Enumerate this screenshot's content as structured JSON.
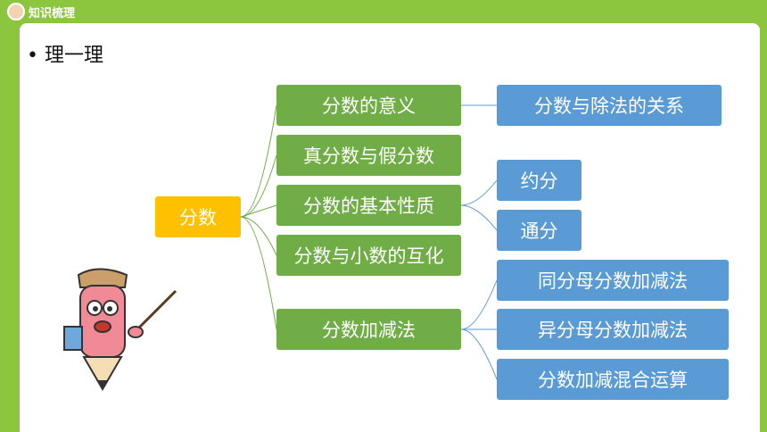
{
  "header": {
    "badge_label": "知识梳理"
  },
  "heading": "理一理",
  "mind_map": {
    "root": "分数",
    "branches": [
      {
        "label": "分数的意义",
        "children": [
          "分数与除法的关系"
        ]
      },
      {
        "label": "真分数与假分数",
        "children": []
      },
      {
        "label": "分数的基本性质",
        "children": [
          "约分",
          "通分"
        ]
      },
      {
        "label": "分数与小数的互化",
        "children": []
      },
      {
        "label": "分数加减法",
        "children": [
          "同分母分数加减法",
          "异分母分数加减法",
          "分数加减混合运算"
        ]
      }
    ]
  },
  "colors": {
    "background": "#8cc63f",
    "root": "#ffc000",
    "branch": "#70ad47",
    "leaf": "#5b9bd5"
  },
  "icons": {
    "badge": "teacher-avatar-icon",
    "mascot": "pencil-mascot-icon"
  }
}
